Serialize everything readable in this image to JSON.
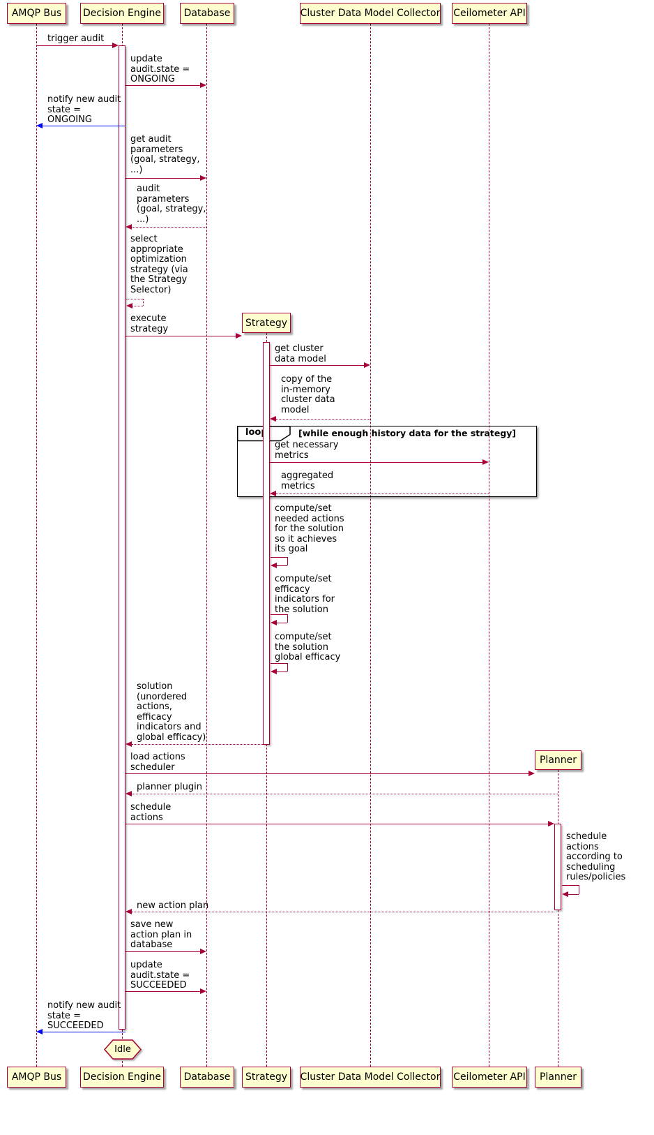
{
  "colors": {
    "participant_fill": "#FEFECE",
    "border": "#A80036",
    "arrow": "#A80036",
    "notify_arrow": "#0000FF",
    "loop_border": "#000000",
    "background": "#FFFFFF"
  },
  "participants": {
    "amqp_bus": "AMQP Bus",
    "decision_engine": "Decision Engine",
    "database": "Database",
    "strategy": "Strategy",
    "collector": "Cluster Data Model Collector",
    "ceilometer": "Ceilometer API",
    "planner": "Planner"
  },
  "loop": {
    "label": "loop",
    "condition": "[while enough history data for the strategy]"
  },
  "messages": {
    "trigger_audit": "trigger audit",
    "update_ongoing": "update\naudit.state =\nONGOING",
    "notify_ongoing": "notify new audit\nstate =\nONGOING",
    "get_params": "get audit\nparameters\n(goal, strategy,\n...)",
    "ret_params": "audit\nparameters\n(goal, strategy,\n...)",
    "select_strategy": "select\nappropriate\noptimization\nstrategy (via\nthe Strategy\nSelector)",
    "execute_strategy": "execute\nstrategy",
    "get_cdm": "get cluster\ndata model",
    "ret_cdm": "copy of the\nin-memory\ncluster data\nmodel",
    "get_metrics": "get necessary\nmetrics",
    "ret_metrics": "aggregated\nmetrics",
    "compute_actions": "compute/set\nneeded actions\nfor the solution\nso it achieves\nits goal",
    "compute_efficacy": "compute/set\nefficacy\nindicators for\nthe solution",
    "compute_global": "compute/set\nthe solution\nglobal efficacy",
    "ret_solution": "solution\n(unordered\nactions,\nefficacy\nindicators and\nglobal efficacy)",
    "load_scheduler": "load actions\nscheduler",
    "ret_planner_plugin": "planner plugin",
    "schedule_actions": "schedule\nactions",
    "schedule_self": "schedule\nactions\naccording to\nscheduling\nrules/policies",
    "ret_action_plan": "new action plan",
    "save_plan": "save new\naction plan in\ndatabase",
    "update_succeeded": "update\naudit.state =\nSUCCEEDED",
    "notify_succeeded": "notify new audit\nstate =\nSUCCEEDED"
  },
  "note": {
    "idle": "Idle"
  }
}
